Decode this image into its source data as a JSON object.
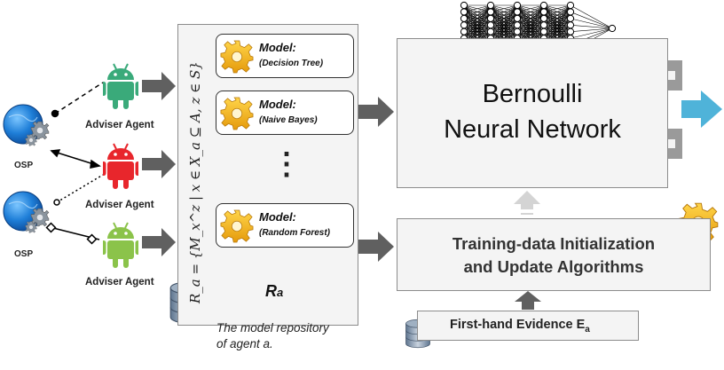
{
  "agents": [
    {
      "label": "Adviser Agent",
      "color": "#3aaa7a"
    },
    {
      "label": "Adviser Agent",
      "color": "#e8262c"
    },
    {
      "label": "Adviser Agent",
      "color": "#8bc34a"
    }
  ],
  "osp": [
    {
      "label": "OSP"
    },
    {
      "label": "OSP"
    }
  ],
  "repository": {
    "models": [
      {
        "title": "Model:",
        "name": "(Decision Tree)"
      },
      {
        "title": "Model:",
        "name": "(Naive Bayes)"
      },
      {
        "title": "Model:",
        "name": "(Random Forest)"
      }
    ],
    "ellipsis": "⋮",
    "label_main": "R",
    "label_sub": "a",
    "formula": "R_a = {M_x^z | x ∈ X_a ⊆ A, z ∈ S}",
    "caption_line1": "The model repository",
    "caption_line2": "of agent a."
  },
  "bnn": {
    "line1": "Bernoulli",
    "line2": "Neural Network"
  },
  "training": {
    "line1": "Training-data Initialization",
    "line2": "and Update Algorithms"
  },
  "evidence": {
    "label": "First-hand Evidence E",
    "sub": "a"
  },
  "colors": {
    "arrow_gray": "#606060",
    "light_arrow": "#d0d0d0",
    "output_arrow": "#4fb3d9",
    "box_fill": "#f4f4f4",
    "gear": "#f2b516"
  }
}
